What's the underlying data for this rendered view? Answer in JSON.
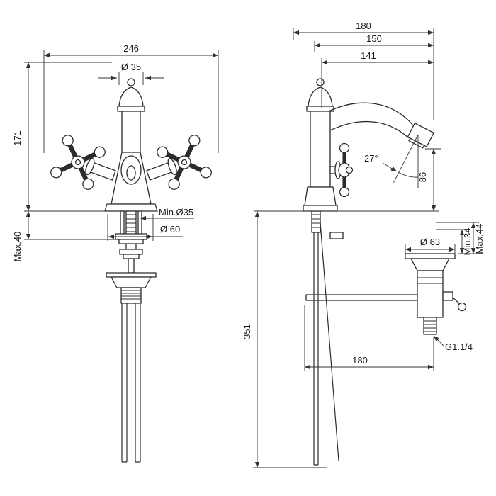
{
  "colors": {
    "line": "#2b2b2b",
    "text": "#1a1a1a",
    "background": "#ffffff"
  },
  "front_view": {
    "dims": {
      "overall_width": "246",
      "cap_diameter": "Ø 35",
      "body_height": "171",
      "max_deck_thickness": "Max.40",
      "min_hole_diameter": "Min.Ø35",
      "base_diameter": "Ø 60"
    }
  },
  "side_view": {
    "dims": {
      "total_depth": "180",
      "depth_to_tip": "150",
      "spout_reach": "141",
      "aerator_angle": "27°",
      "spout_height": "86",
      "waste_flange_diameter": "Ø 63",
      "min_deck_thickness": "Min.34",
      "max_deck_thickness": "Max.44",
      "supply_length": "351",
      "waste_thread": "G1.1/4",
      "waste_offset": "180"
    }
  }
}
